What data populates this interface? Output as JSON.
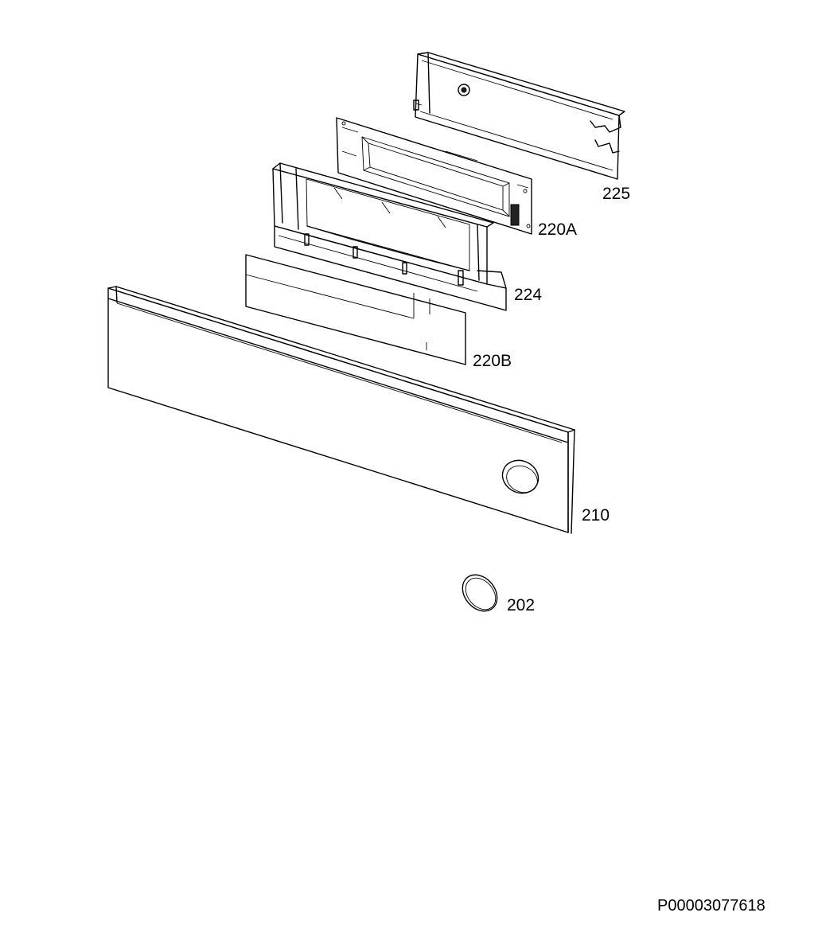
{
  "parts": [
    {
      "ref": "225"
    },
    {
      "ref": "220A"
    },
    {
      "ref": "224"
    },
    {
      "ref": "220B"
    },
    {
      "ref": "210"
    },
    {
      "ref": "202"
    }
  ],
  "document_id": "P00003077618"
}
